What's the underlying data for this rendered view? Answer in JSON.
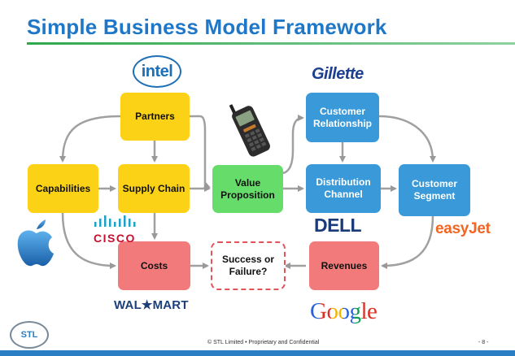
{
  "title": "Simple Business Model Framework",
  "nodes": {
    "partners": "Partners",
    "capabilities": "Capabilities",
    "supply_chain": "Supply Chain",
    "value_proposition": "Value\nProposition",
    "customer_relationship": "Customer\nRelationship",
    "distribution_channel": "Distribution\nChannel",
    "customer_segment": "Customer\nSegment",
    "costs": "Costs",
    "success_or_failure": "Success or\nFailure?",
    "revenues": "Revenues"
  },
  "logos": {
    "intel": "intel",
    "gillette": "Gillette",
    "cisco": "CISCO",
    "walmart": "WAL★MART",
    "dell": "DELL",
    "easyjet": "easyJet",
    "google": "Google"
  },
  "footer": {
    "badge": "STL",
    "text": "© STL Limited  •  Proprietary and Confidential",
    "page": "- 8 -"
  },
  "colors": {
    "title": "#1f77c8",
    "yellow": "#fcd217",
    "green": "#66dd6a",
    "blue": "#3a9ad9",
    "red": "#f27a7a",
    "arrow": "#999999"
  }
}
